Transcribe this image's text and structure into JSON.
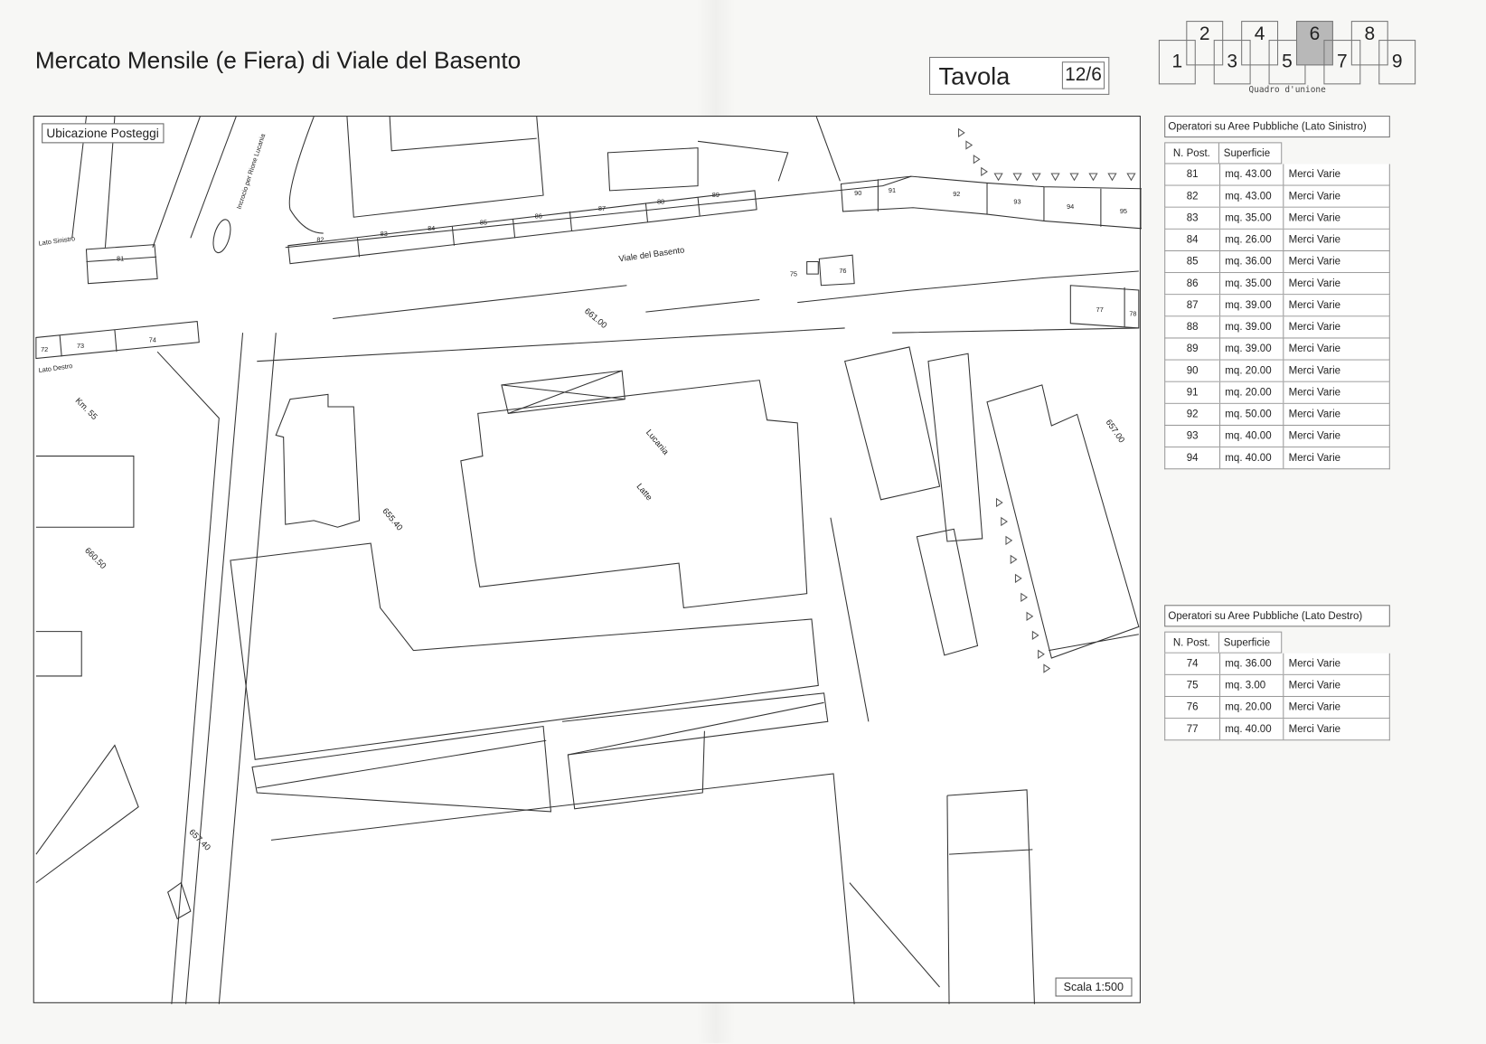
{
  "header": {
    "title": "Mercato Mensile (e Fiera) di Viale del Basento",
    "tavola_label": "Tavola",
    "tavola_number": "12/6"
  },
  "quadro": {
    "caption": "Quadro d'unione",
    "sheets": [
      "1",
      "2",
      "3",
      "4",
      "5",
      "6",
      "7",
      "8",
      "9"
    ],
    "selected": "6"
  },
  "map": {
    "legend": "Ubicazione Posteggi",
    "scale": "Scala 1:500",
    "street": "Viale del Basento",
    "crossing": "Incrocio per Rione Lucania",
    "lato_sinistro": "Lato Sinistro",
    "lato_destro": "Lato Destro",
    "km": "Km. 55",
    "building_1": "Lucania",
    "building_2": "Latte",
    "elevations": [
      "661.00",
      "657.00",
      "655.40",
      "660.50",
      "657.40"
    ],
    "stalls": [
      "72",
      "73",
      "74",
      "75",
      "76",
      "77",
      "78",
      "81",
      "82",
      "83",
      "84",
      "85",
      "86",
      "87",
      "88",
      "89",
      "90",
      "91",
      "92",
      "93",
      "94",
      "95"
    ]
  },
  "table_left": {
    "title": "Operatori su Aree Pubbliche   (Lato Sinistro)",
    "headers": [
      "N. Post.",
      "Superficie"
    ],
    "rows": [
      [
        "81",
        "mq. 43.00",
        "Merci Varie"
      ],
      [
        "82",
        "mq. 43.00",
        "Merci Varie"
      ],
      [
        "83",
        "mq. 35.00",
        "Merci Varie"
      ],
      [
        "84",
        "mq. 26.00",
        "Merci Varie"
      ],
      [
        "85",
        "mq. 36.00",
        "Merci Varie"
      ],
      [
        "86",
        "mq. 35.00",
        "Merci Varie"
      ],
      [
        "87",
        "mq. 39.00",
        "Merci Varie"
      ],
      [
        "88",
        "mq. 39.00",
        "Merci Varie"
      ],
      [
        "89",
        "mq. 39.00",
        "Merci Varie"
      ],
      [
        "90",
        "mq. 20.00",
        "Merci Varie"
      ],
      [
        "91",
        "mq. 20.00",
        "Merci Varie"
      ],
      [
        "92",
        "mq. 50.00",
        "Merci Varie"
      ],
      [
        "93",
        "mq. 40.00",
        "Merci Varie"
      ],
      [
        "94",
        "mq. 40.00",
        "Merci Varie"
      ]
    ]
  },
  "table_right": {
    "title": "Operatori su Aree Pubbliche   (Lato Destro)",
    "headers": [
      "N. Post.",
      "Superficie"
    ],
    "rows": [
      [
        "74",
        "mq. 36.00",
        "Merci Varie"
      ],
      [
        "75",
        "mq.   3.00",
        "Merci Varie"
      ],
      [
        "76",
        "mq. 20.00",
        "Merci Varie"
      ],
      [
        "77",
        "mq. 40.00",
        "Merci Varie"
      ]
    ]
  }
}
